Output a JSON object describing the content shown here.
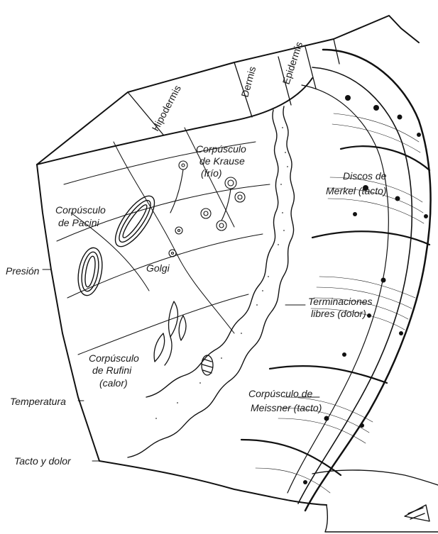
{
  "figure": {
    "layers": {
      "hipodermis": "Hipodermis",
      "dermis": "Dermis",
      "epidermis": "Epidermis"
    },
    "receptors": {
      "krause": {
        "line1": "Corpúsculo",
        "line2": "de Krause",
        "line3": "(frío)"
      },
      "pacini": {
        "line1": "Corpúsculo",
        "line2": "de Pacini"
      },
      "golgi": "Golgi",
      "merkel": {
        "line1": "Discos de",
        "line2": "Merkel (tacto)"
      },
      "libres": {
        "line1": "Terminaciones",
        "line2": "libres (dolor)"
      },
      "ruffini": {
        "line1": "Corpúsculo",
        "line2": "de Rufini",
        "line3": "(calor)"
      },
      "meissner": {
        "line1": "Corpúsculo de",
        "line2": "Meissner (tacto)"
      }
    },
    "side_labels": {
      "presion": "Presión",
      "temperatura": "Temperatura",
      "tacto_dolor": "Tacto y dolor"
    }
  },
  "colors": {
    "ink": "#111111",
    "paper": "#ffffff"
  }
}
